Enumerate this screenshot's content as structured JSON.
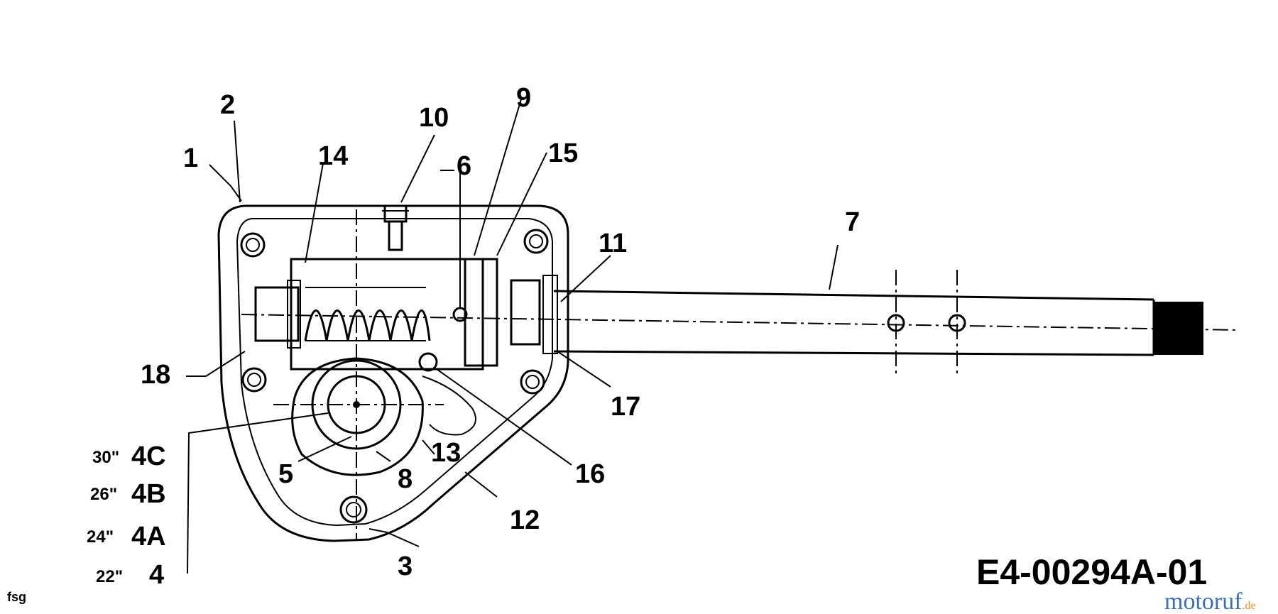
{
  "diagram": {
    "callouts": {
      "c1": "1",
      "c2": "2",
      "c3": "3",
      "c4": "4",
      "c4a": "4A",
      "c4b": "4B",
      "c4c": "4C",
      "c5": "5",
      "c6": "6",
      "c7": "7",
      "c8": "8",
      "c9": "9",
      "c10": "10",
      "c11": "11",
      "c12": "12",
      "c13": "13",
      "c14": "14",
      "c15": "15",
      "c16": "16",
      "c17": "17",
      "c18": "18"
    },
    "sizes": {
      "s22": "22\"",
      "s24": "24\"",
      "s26": "26\"",
      "s30": "30\""
    },
    "corner_mark": "fsg",
    "document_number": "E4-00294A-01",
    "watermark": {
      "brand": "motoruf",
      "tld": ".de"
    }
  },
  "colors": {
    "ink": "#000000",
    "paper": "#ffffff",
    "watermark_blue": "#3a6fb0",
    "watermark_orange": "#e8891a"
  }
}
